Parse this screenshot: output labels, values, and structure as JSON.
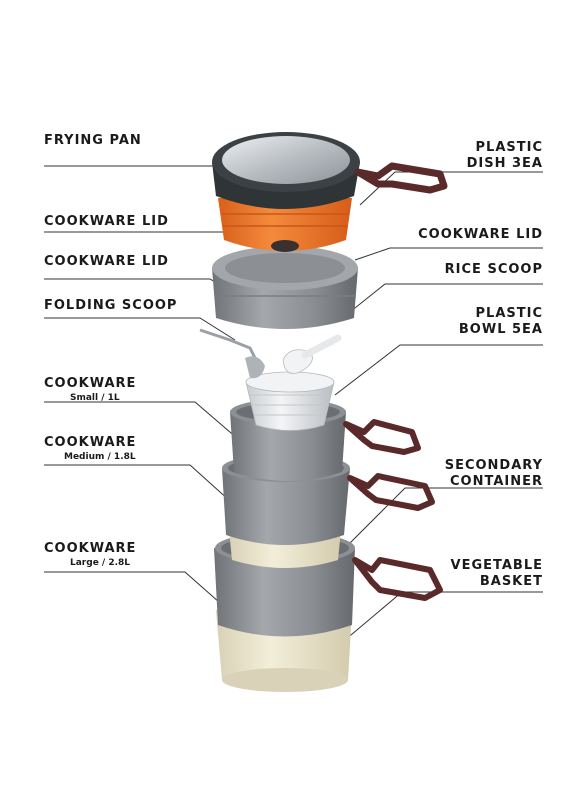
{
  "colors": {
    "pan_dark": "#2f3436",
    "pan_disk": "#c9cdd1",
    "orange": "#f07a2a",
    "pot_gray": "#8d9195",
    "lid_gray": "#9a9ea2",
    "bowl_white": "#e9ebed",
    "cream": "#ece6cf",
    "handle_brown": "#5a2a2a",
    "leader_line": "#333333"
  },
  "left_labels": {
    "frying_pan": "FRYING PAN",
    "cookware_lid_1": "COOKWARE LID",
    "cookware_lid_2": "COOKWARE LID",
    "folding_scoop": "FOLDING SCOOP",
    "cookware_small": "COOKWARE",
    "cookware_small_size": "Small / 1L",
    "cookware_medium": "COOKWARE",
    "cookware_medium_size": "Medium / 1.8L",
    "cookware_large": "COOKWARE",
    "cookware_large_size": "Large / 2.8L"
  },
  "right_labels": {
    "plastic_dish_line1": "PLASTIC",
    "plastic_dish_line2": "DISH 3EA",
    "cookware_lid": "COOKWARE LID",
    "rice_scoop": "RICE SCOOP",
    "plastic_bowl_line1": "PLASTIC",
    "plastic_bowl_line2": "BOWL 5EA",
    "secondary_line1": "SECONDARY",
    "secondary_line2": "CONTAINER",
    "vegetable_line1": "VEGETABLE",
    "vegetable_line2": "BASKET"
  }
}
